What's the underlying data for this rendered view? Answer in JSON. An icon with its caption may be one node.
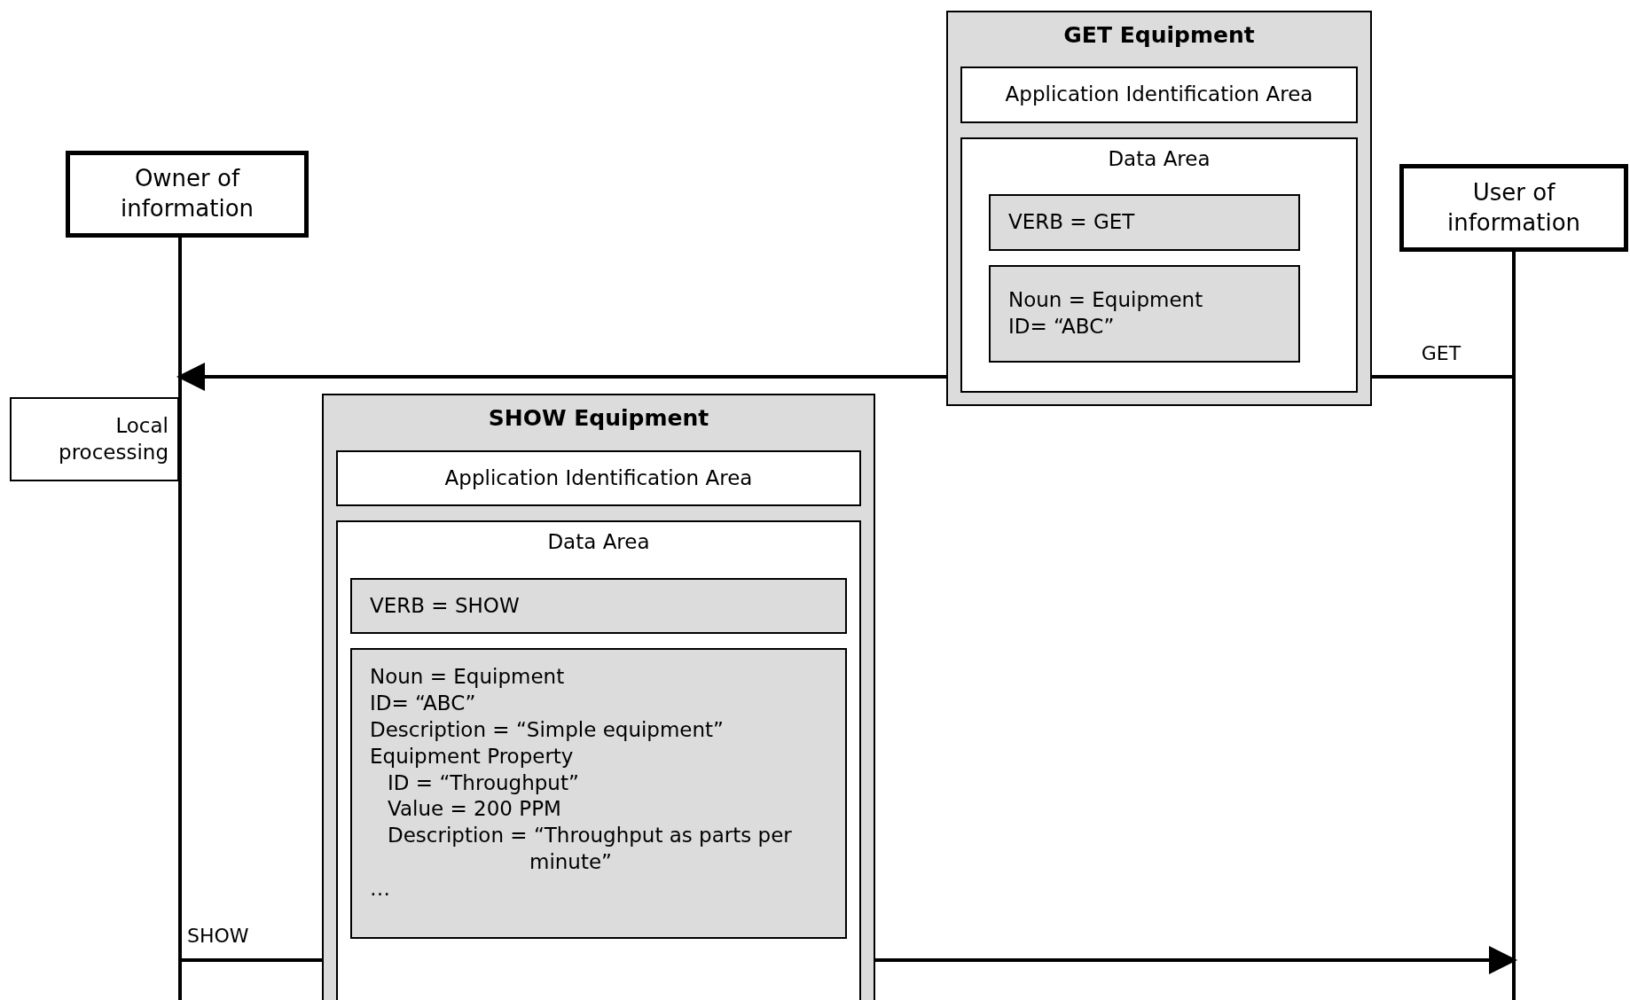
{
  "diagram": {
    "nodes": [
      {
        "text": [
          "Owner of information"
        ]
      },
      {
        "text": [
          "User of information"
        ]
      },
      {
        "text": [
          "Local processing"
        ]
      },
      {
        "text": [
          "GET Equipment"
        ]
      },
      {
        "text": [
          "Application Identification Area"
        ],
        "in": 3
      },
      {
        "text": [
          "Data Area"
        ],
        "in": 3
      },
      {
        "text": [
          "VERB = GET"
        ],
        "in": 5
      },
      {
        "text": [
          "Noun = Equipment",
          "ID= “ABC”"
        ],
        "in": 5
      },
      {
        "text": [
          "SHOW Equipment"
        ]
      },
      {
        "text": [
          "Application Identification Area"
        ],
        "in": 8
      },
      {
        "text": [
          "Data Area"
        ],
        "in": 8
      },
      {
        "text": [
          "VERB = SHOW"
        ],
        "in": 10
      },
      {
        "text": [
          "Noun = Equipment",
          "ID= “ABC”",
          "Description = “Simple equipment”",
          "Equipment Property",
          "ID = “Throughput”",
          "Value = 200 PPM",
          "Description = “Throughput as parts per minute”",
          "…"
        ],
        "in": 10
      }
    ],
    "edges": [
      {
        "from": 1,
        "to": 0,
        "arrow": "to",
        "label": "GET"
      },
      {
        "from": 0,
        "to": 1,
        "arrow": "to",
        "label": "SHOW"
      }
    ]
  }
}
